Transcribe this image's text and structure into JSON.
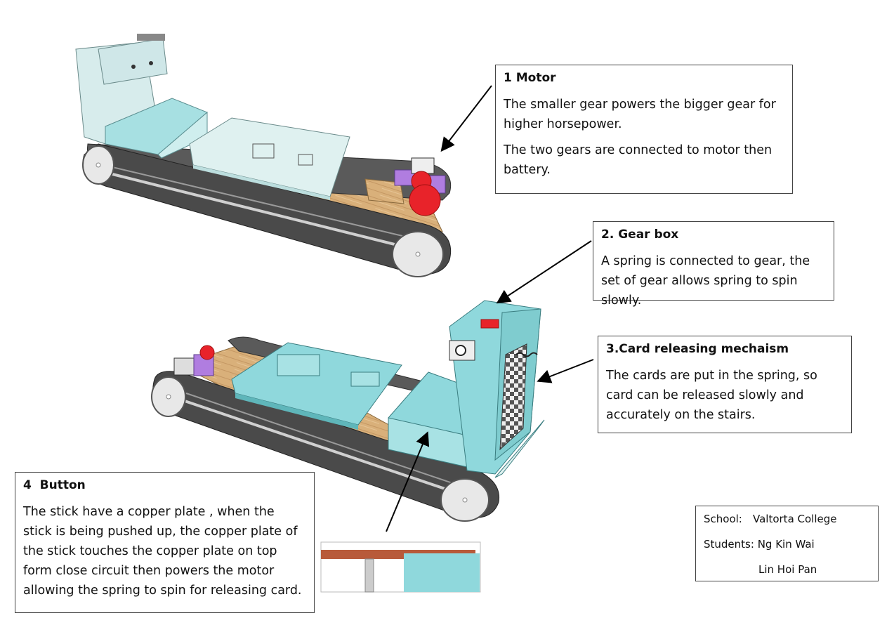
{
  "callouts": {
    "motor": {
      "title": "1 Motor",
      "lines": [
        "The smaller gear powers the bigger gear for higher horsepower.",
        "The two gears are connected to motor then battery."
      ]
    },
    "gearbox": {
      "title": "2. Gear box",
      "text": "A spring is connected to gear, the set of gear allows spring to spin slowly."
    },
    "card": {
      "title": "3.Card releasing mechaism",
      "text": "The cards are put in the spring, so card can be released slowly and accurately on the stairs."
    },
    "button": {
      "title": "4  Button",
      "text": "The stick have a copper plate , when the stick is being pushed up, the copper plate of the stick touches the copper plate on top form close circuit then powers the motor allowing the spring to spin for releasing card."
    }
  },
  "credits": {
    "school_label": "School:",
    "school": "Valtorta College",
    "students_label": "Students:",
    "student1": "Ng Kin Wai",
    "student2": "Lin Hoi Pan"
  },
  "colors": {
    "track": "#4a4a4a",
    "wood": "#d9b07a",
    "cyan": "#8fd8dc",
    "gear": "#e8232a",
    "motor": "#b07de0"
  }
}
